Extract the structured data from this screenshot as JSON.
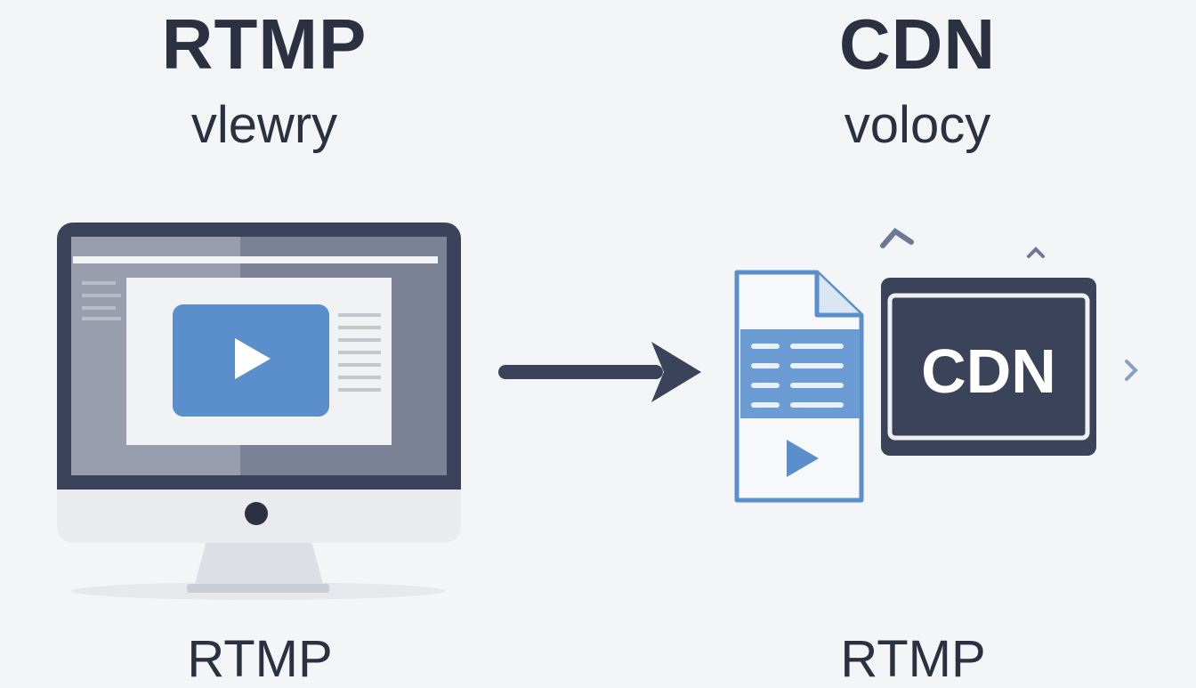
{
  "left": {
    "title": "RTMP",
    "subtitle": "vlewry",
    "bottom_label": "RTMP"
  },
  "right": {
    "title": "CDN",
    "subtitle": "volocy",
    "bottom_label": "RTMP",
    "box_label": "CDN"
  },
  "icons": {
    "source": "monitor-video-player-icon",
    "flow": "arrow-right-icon",
    "destination": "cdn-server-icon",
    "document": "video-document-icon"
  },
  "colors": {
    "background": "#f4f5f7",
    "dark": "#3a4359",
    "accent_blue": "#5b8fcc",
    "screen_gray": "#7d8497"
  }
}
